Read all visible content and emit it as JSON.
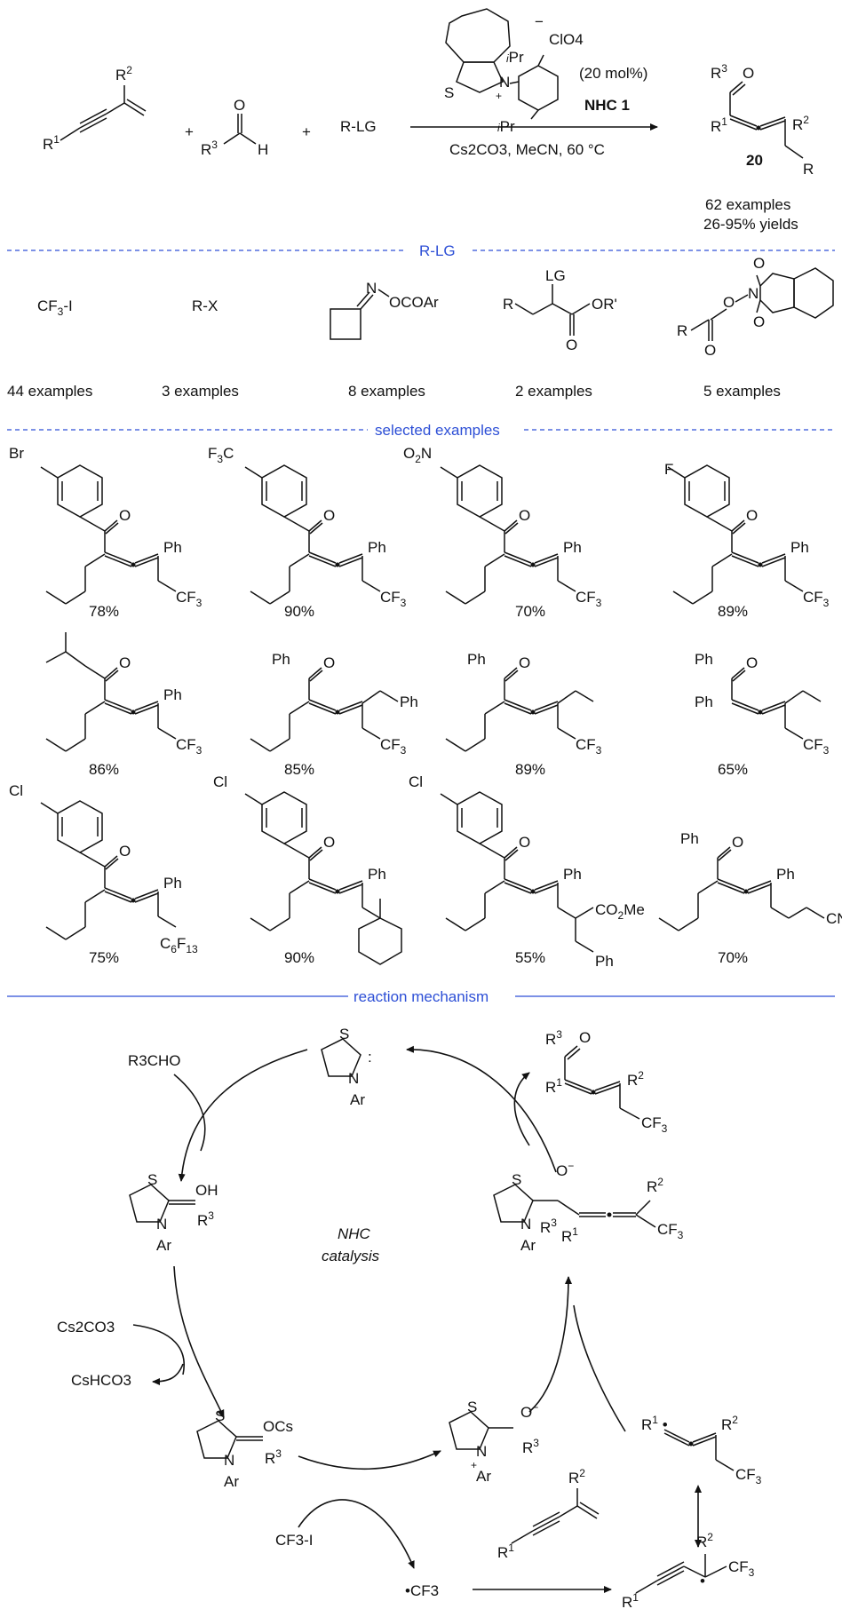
{
  "top": {
    "plus": "+",
    "r_lg": "R-LG",
    "counterion": "ClO4",
    "counterion_charge": "−",
    "loading": "(20 mol%)",
    "catalyst_name": "NHC 1",
    "conditions": "Cs2CO3, MeCN, 60 °C",
    "product_number": "20",
    "examples": "62 examples",
    "yields": "26-95% yields"
  },
  "sections": {
    "rlg": "R-LG",
    "selected": "selected examples",
    "mechanism": "reaction mechanism"
  },
  "rlg_items": [
    {
      "label": "CF3-I",
      "count": "44 examples"
    },
    {
      "label": "R-X",
      "count": "3 examples"
    },
    {
      "label": "oxime ester",
      "count": "8 examples"
    },
    {
      "label": "alpha-halo ester",
      "count": "2 examples"
    },
    {
      "label": "NHPI ester",
      "count": "5 examples"
    }
  ],
  "examples": [
    {
      "yield": "78%"
    },
    {
      "yield": "90%"
    },
    {
      "yield": "70%"
    },
    {
      "yield": "89%"
    },
    {
      "yield": "86%"
    },
    {
      "yield": "85%"
    },
    {
      "yield": "89%"
    },
    {
      "yield": "65%"
    },
    {
      "yield": "75%"
    },
    {
      "yield": "90%"
    },
    {
      "yield": "55%"
    },
    {
      "yield": "70%"
    }
  ],
  "mechanism": {
    "aldehyde": "R3CHO",
    "base": "Cs2CO3",
    "byproduct": "CsHCO3",
    "radical_source": "CF3-I",
    "radical": "•CF3",
    "center_line1": "NHC",
    "center_line2": "catalysis"
  }
}
